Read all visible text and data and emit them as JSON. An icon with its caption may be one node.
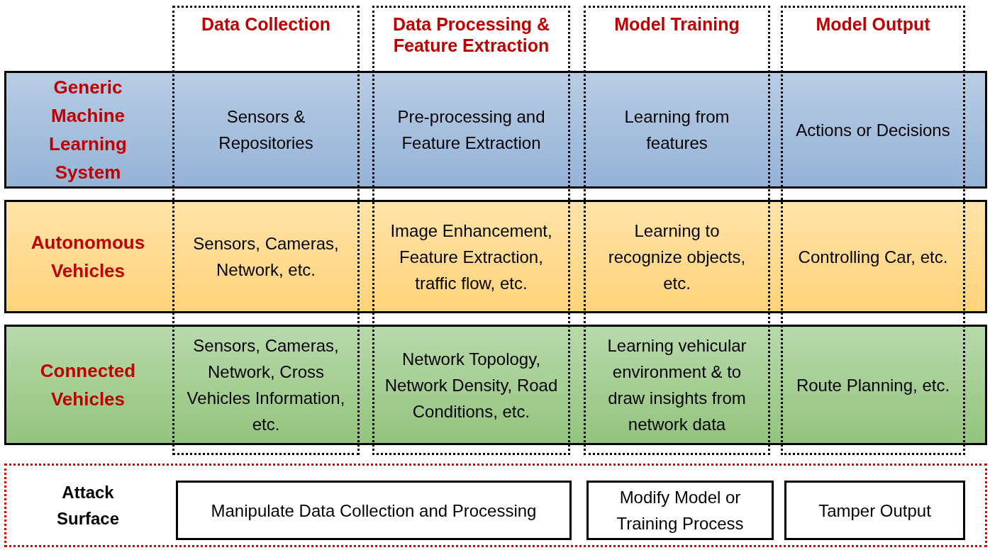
{
  "diagram": {
    "nodes": [
      {
        "text": [
          "Data Collection"
        ]
      },
      {
        "text": [
          "Data Processing & Feature Extraction"
        ]
      },
      {
        "text": [
          "Model Training"
        ]
      },
      {
        "text": [
          "Model Output"
        ]
      },
      {
        "text": [
          "Generic Machine Learning System"
        ]
      },
      {
        "text": [
          "Sensors & Repositories"
        ]
      },
      {
        "text": [
          "Pre-processing and Feature Extraction"
        ]
      },
      {
        "text": [
          "Learning from features"
        ]
      },
      {
        "text": [
          "Actions or Decisions"
        ]
      },
      {
        "text": [
          "Autonomous Vehicles"
        ]
      },
      {
        "text": [
          "Sensors, Cameras, Network, etc."
        ]
      },
      {
        "text": [
          "Image Enhancement, Feature Extraction, traffic flow, etc."
        ]
      },
      {
        "text": [
          "Learning to recognize objects, etc."
        ]
      },
      {
        "text": [
          "Controlling Car, etc."
        ]
      },
      {
        "text": [
          "Connected Vehicles"
        ]
      },
      {
        "text": [
          "Sensors, Cameras, Network, Cross Vehicles Information, etc."
        ]
      },
      {
        "text": [
          "Network Topology, Network Density, Road Conditions, etc."
        ]
      },
      {
        "text": [
          "Learning vehicular environment & to draw insights from network data"
        ]
      },
      {
        "text": [
          "Route Planning, etc."
        ]
      },
      {
        "text": [
          "Attack Surface"
        ]
      },
      {
        "text": [
          "Manipulate Data Collection and Processing"
        ],
        "in": 19
      },
      {
        "text": [
          "Modify Model or Training Process"
        ],
        "in": 19
      },
      {
        "text": [
          "Tamper Output"
        ],
        "in": 19
      }
    ]
  }
}
